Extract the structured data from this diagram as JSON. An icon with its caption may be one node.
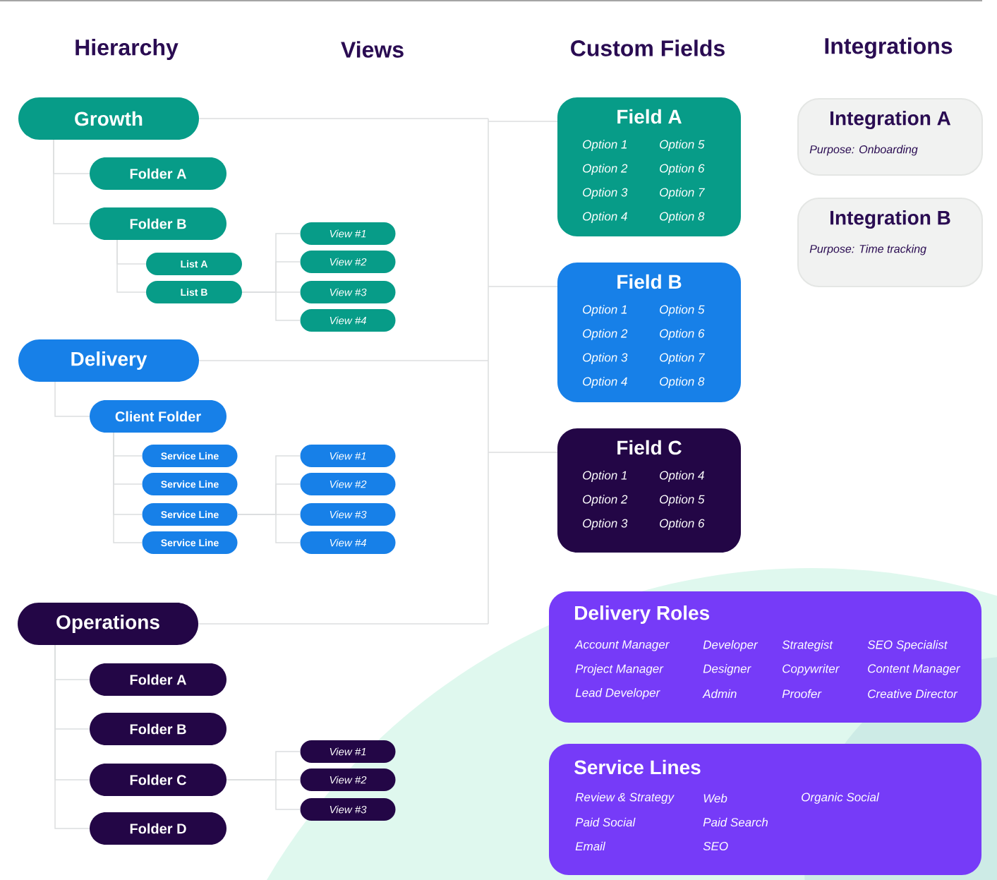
{
  "diagram": {
    "nodes": [
      {
        "text": [
          "Growth"
        ]
      },
      {
        "text": [
          "Folder A"
        ]
      },
      {
        "text": [
          "Folder B"
        ]
      },
      {
        "text": [
          "List A"
        ]
      },
      {
        "text": [
          "List B"
        ]
      },
      {
        "text": [
          "View #1"
        ]
      },
      {
        "text": [
          "View #2"
        ]
      },
      {
        "text": [
          "View #3"
        ]
      },
      {
        "text": [
          "View #4"
        ]
      },
      {
        "text": [
          "Delivery"
        ]
      },
      {
        "text": [
          "Client Folder"
        ]
      },
      {
        "text": [
          "Service Line"
        ]
      },
      {
        "text": [
          "Service Line"
        ]
      },
      {
        "text": [
          "Service Line"
        ]
      },
      {
        "text": [
          "Service Line"
        ]
      },
      {
        "text": [
          "View #1"
        ]
      },
      {
        "text": [
          "View #2"
        ]
      },
      {
        "text": [
          "View #3"
        ]
      },
      {
        "text": [
          "View #4"
        ]
      },
      {
        "text": [
          "Operations"
        ]
      },
      {
        "text": [
          "Folder A"
        ]
      },
      {
        "text": [
          "Folder B"
        ]
      },
      {
        "text": [
          "Folder C"
        ]
      },
      {
        "text": [
          "Folder D"
        ]
      },
      {
        "text": [
          "View #1"
        ]
      },
      {
        "text": [
          "View #2"
        ]
      },
      {
        "text": [
          "View #3"
        ]
      },
      {
        "text": [
          "Field A",
          "Option 1",
          "Option 5",
          "Option 2",
          "Option 6",
          "Option 3",
          "Option 7",
          "Option 4",
          "Option 8"
        ]
      },
      {
        "text": [
          "Field B",
          "Option 1",
          "Option 5",
          "Option 2",
          "Option 6",
          "Option 3",
          "Option 7",
          "Option 4",
          "Option 8"
        ]
      },
      {
        "text": [
          "Field C",
          "Option 1",
          "Option 4",
          "Option 2",
          "Option 5",
          "Option 3",
          "Option 6"
        ]
      },
      {
        "text": [
          "Integration A",
          "Purpose: Onboarding"
        ]
      },
      {
        "text": [
          "Integration B",
          "Purpose: Time tracking"
        ]
      },
      {
        "text": [
          "Delivery Roles",
          "Account Manager",
          "Developer",
          "Strategist",
          "SEO Specialist",
          "Project Manager",
          "Designer",
          "Copywriter",
          "Content Manager",
          "Lead Developer",
          "Admin",
          "Proofer",
          "Creative Director"
        ]
      },
      {
        "text": [
          "Service Lines",
          "Review & Strategy",
          "Web",
          "Organic Social",
          "Paid Social",
          "Paid Search",
          "Email",
          "SEO"
        ]
      }
    ],
    "edges": [
      {
        "from": 0,
        "to": 1,
        "arrow": "none"
      },
      {
        "from": 0,
        "to": 2,
        "arrow": "none"
      },
      {
        "from": 2,
        "to": 3,
        "arrow": "none"
      },
      {
        "from": 2,
        "to": 4,
        "arrow": "none"
      },
      {
        "from": 4,
        "to": 5,
        "arrow": "none"
      },
      {
        "from": 4,
        "to": 6,
        "arrow": "none"
      },
      {
        "from": 4,
        "to": 7,
        "arrow": "none"
      },
      {
        "from": 4,
        "to": 8,
        "arrow": "none"
      },
      {
        "from": 9,
        "to": 10,
        "arrow": "none"
      },
      {
        "from": 10,
        "to": 11,
        "arrow": "none"
      },
      {
        "from": 10,
        "to": 12,
        "arrow": "none"
      },
      {
        "from": 10,
        "to": 13,
        "arrow": "none"
      },
      {
        "from": 10,
        "to": 14,
        "arrow": "none"
      },
      {
        "from": 13,
        "to": 15,
        "arrow": "none"
      },
      {
        "from": 13,
        "to": 16,
        "arrow": "none"
      },
      {
        "from": 13,
        "to": 17,
        "arrow": "none"
      },
      {
        "from": 13,
        "to": 18,
        "arrow": "none"
      },
      {
        "from": 19,
        "to": 20,
        "arrow": "none"
      },
      {
        "from": 19,
        "to": 21,
        "arrow": "none"
      },
      {
        "from": 19,
        "to": 22,
        "arrow": "none"
      },
      {
        "from": 19,
        "to": 23,
        "arrow": "none"
      },
      {
        "from": 22,
        "to": 24,
        "arrow": "none"
      },
      {
        "from": 22,
        "to": 25,
        "arrow": "none"
      },
      {
        "from": 22,
        "to": 26,
        "arrow": "none"
      },
      {
        "from": 0,
        "to": 27,
        "arrow": "none"
      },
      {
        "from": 0,
        "to": 28,
        "arrow": "none"
      },
      {
        "from": 0,
        "to": 29,
        "arrow": "none"
      },
      {
        "from": 9,
        "to": 27,
        "arrow": "none"
      },
      {
        "from": 9,
        "to": 28,
        "arrow": "none"
      },
      {
        "from": 9,
        "to": 29,
        "arrow": "none"
      },
      {
        "from": 19,
        "to": 27,
        "arrow": "none"
      },
      {
        "from": 19,
        "to": 28,
        "arrow": "none"
      },
      {
        "from": 19,
        "to": 29,
        "arrow": "none"
      }
    ],
    "labels": [
      "Hierarchy",
      "Views",
      "Custom Fields",
      "Integrations"
    ]
  }
}
